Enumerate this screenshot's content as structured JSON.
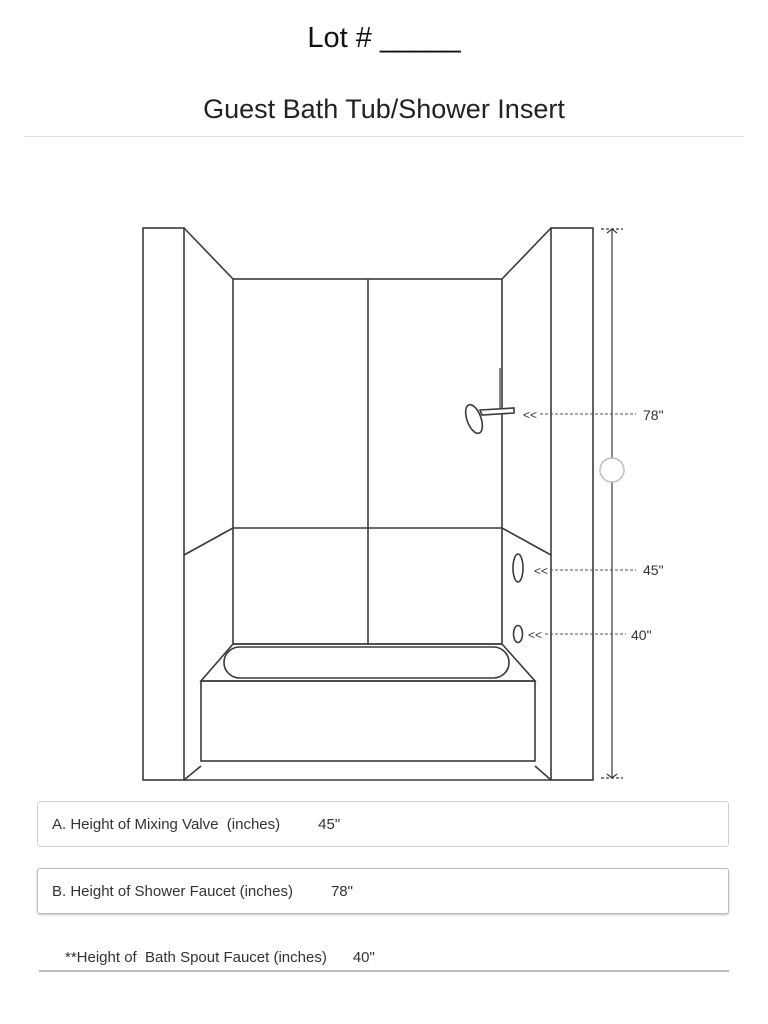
{
  "header": {
    "lot_label": "Lot # _____",
    "title": "Guest Bath Tub/Shower Insert"
  },
  "diagram": {
    "callouts": {
      "shower": {
        "label": "78\"",
        "arrow": "<<"
      },
      "valve": {
        "label": "45\"",
        "arrow": "<<"
      },
      "spout": {
        "label": "40\"",
        "arrow": "<<"
      }
    }
  },
  "fields": {
    "mixing_valve": {
      "label": "A. Height of Mixing Valve  (inches)",
      "value": "45\""
    },
    "shower_faucet": {
      "label": "B. Height of Shower Faucet (inches)",
      "value": "78\""
    }
  },
  "note": {
    "label": "**Height of  Bath Spout Faucet (inches)",
    "value": "40\""
  }
}
